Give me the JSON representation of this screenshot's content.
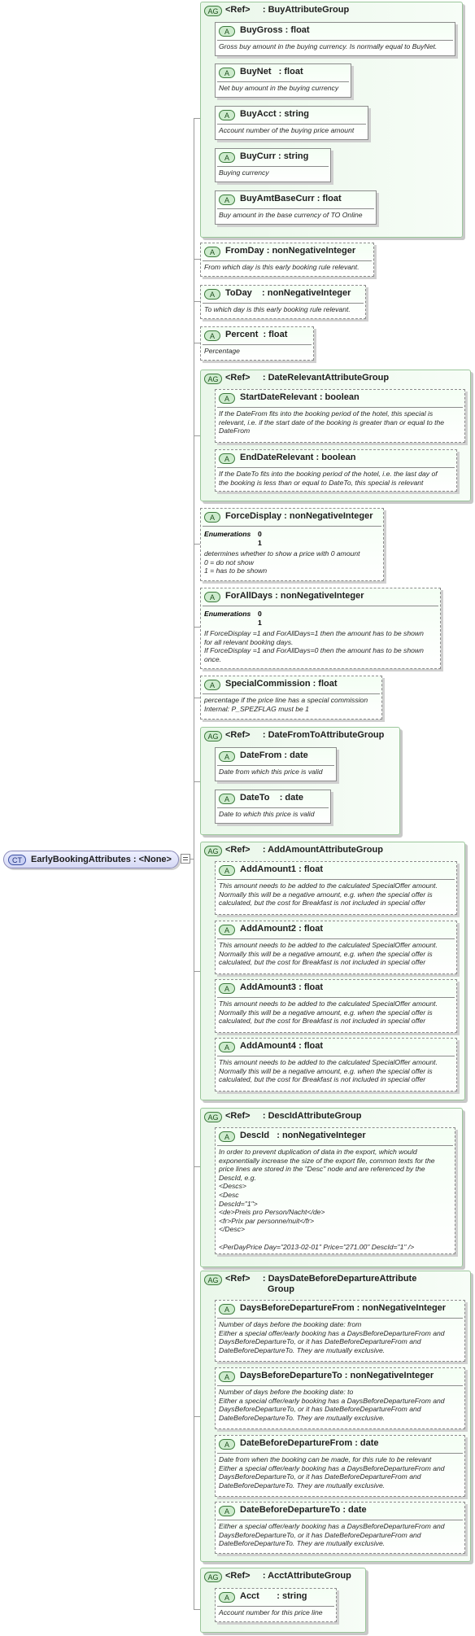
{
  "complex_type": {
    "badge": "CT",
    "name": "EarlyBookingAttributes : <None>"
  },
  "buy_group": {
    "badge": "AG",
    "title": "<Ref>     : BuyAttributeGroup",
    "items": [
      {
        "name": "BuyGross : float",
        "desc": "Gross buy amount in the buying currency. Is normally equal to BuyNet."
      },
      {
        "name": "BuyNet   : float",
        "desc": "Net buy amount in the buying currency"
      },
      {
        "name": "BuyAcct : string",
        "desc": "Account number of the buying price amount"
      },
      {
        "name": "BuyCurr : string",
        "desc": "Buying currency"
      },
      {
        "name": "BuyAmtBaseCurr : float",
        "desc": "Buy amount in the base currency of TO Online"
      }
    ]
  },
  "from_day": {
    "name": "FromDay : nonNegativeInteger",
    "desc": "From which day is this early booking rule relevant."
  },
  "to_day": {
    "name": "ToDay    : nonNegativeInteger",
    "desc": "To which day is this early booking rule relevant."
  },
  "percent": {
    "name": "Percent  : float",
    "desc": "Percentage"
  },
  "date_relevant_group": {
    "badge": "AG",
    "title": "<Ref>     : DateRelevantAttributeGroup",
    "items": [
      {
        "name": "StartDateRelevant : boolean",
        "desc": "If the DateFrom fits into the booking period of the hotel, this special is\nrelevant, i.e. if the start date of the booking is greater than or equal to the\nDateFrom"
      },
      {
        "name": "EndDateRelevant : boolean",
        "desc": "If the DateTo fits into the booking period of the hotel, i.e. the last day of\nthe booking is less than or equal to DateTo, this special is relevant"
      }
    ]
  },
  "force_display": {
    "name": "ForceDisplay : nonNegativeInteger",
    "enum_label": "Enumerations",
    "enum_values": "0\n1",
    "desc": "determines whether to show a price with 0 amount\n0 = do not show\n1 = has to be shown"
  },
  "for_all_days": {
    "name": "ForAllDays : nonNegativeInteger",
    "enum_label": "Enumerations",
    "enum_values": "0\n1",
    "desc": "If ForceDisplay =1 and ForAllDays=1 then the amount has to be shown\nfor all relevant booking days.\nIf ForceDisplay =1 and ForAllDays=0 then the amount has to be shown\nonce."
  },
  "special_commission": {
    "name": "SpecialCommission : float",
    "desc": "percentage if the price line has a special commission\nInternal: P_SPEZFLAG must be 1"
  },
  "date_from_to_group": {
    "badge": "AG",
    "title": "<Ref>     : DateFromToAttributeGroup",
    "items": [
      {
        "name": "DateFrom : date",
        "desc": "Date from which this price is valid"
      },
      {
        "name": "DateTo    : date",
        "desc": "Date to which this price is valid"
      }
    ]
  },
  "add_amount_group": {
    "badge": "AG",
    "title": "<Ref>     : AddAmountAttributeGroup",
    "items": [
      {
        "name": "AddAmount1 : float",
        "desc": "This amount needs to be added to the calculated SpecialOffer amount.\nNormally this will be a negative amount, e.g. when the special offer is\ncalculated, but the cost for Breakfast is not included in special offer"
      },
      {
        "name": "AddAmount2 : float",
        "desc": "This amount needs to be added to the calculated SpecialOffer amount.\nNormally this will be a negative amount, e.g. when the special offer is\ncalculated, but the cost for Breakfast is not included in special offer"
      },
      {
        "name": "AddAmount3 : float",
        "desc": "This amount needs to be added to the calculated SpecialOffer amount.\nNormally this will be a negative amount, e.g. when the special offer is\ncalculated, but the cost for Breakfast is not included in special offer"
      },
      {
        "name": "AddAmount4 : float",
        "desc": "This amount needs to be added to the calculated SpecialOffer amount.\nNormally this will be a negative amount, e.g. when the special offer is\ncalculated, but the cost for Breakfast is not included in special offer"
      }
    ]
  },
  "desc_id_group": {
    "badge": "AG",
    "title": "<Ref>     : DescIdAttributeGroup",
    "items": [
      {
        "name": "DescId   : nonNegativeInteger",
        "desc": "In order to prevent duplication of data in the export, which would\nexponentially increase the size of the export file, common texts for the\nprice lines are stored in the \"Desc\" node and are referenced by the\nDescId, e.g.\n<Descs>\n<Desc\nDescId=\"1\">\n<de>Preis pro Person/Nacht</de>\n<fr>Prix par personne/nuit</fr>\n</Desc>\n\n<PerDayPrice Day=\"2013-02-01\" Price=\"271.00\" DescId=\"1\" />"
      }
    ]
  },
  "days_before_group": {
    "badge": "AG",
    "title": "<Ref>     : DaysDateBeforeDepartureAttribute\n                 Group",
    "items": [
      {
        "name": "DaysBeforeDepartureFrom : nonNegativeInteger",
        "desc": "Number of days before the booking date: from\nEither a special offer/early booking has a DaysBeforeDepartureFrom and\nDaysBeforeDepartureTo, or it has DateBeforeDepartureFrom and\nDateBeforeDepartureTo. They are mutually exclusive."
      },
      {
        "name": "DaysBeforeDepartureTo : nonNegativeInteger",
        "desc": "Number of days before the booking date: to\nEither a special offer/early booking has a DaysBeforeDepartureFrom and\nDaysBeforeDepartureTo, or it has DateBeforeDepartureFrom and\nDateBeforeDepartureTo. They are mutually exclusive."
      },
      {
        "name": "DateBeforeDepartureFrom : date",
        "desc": "Date from when the booking can be made, for this rule to be relevant\nEither a special offer/early booking has a DaysBeforeDepartureFrom and\nDaysBeforeDepartureTo, or it has DateBeforeDepartureFrom and\nDateBeforeDepartureTo. They are mutually exclusive."
      },
      {
        "name": "DateBeforeDepartureTo : date",
        "desc": "Either a special offer/early booking has a DaysBeforeDepartureFrom and\nDaysBeforeDepartureTo, or it has DateBeforeDepartureFrom and\nDateBeforeDepartureTo. They are mutually exclusive."
      }
    ]
  },
  "acct_group": {
    "badge": "AG",
    "title": "<Ref>     : AcctAttributeGroup",
    "items": [
      {
        "name": "Acct       : string",
        "desc": "Account number for this price line"
      }
    ]
  },
  "badge_attr": "A",
  "colors": {
    "group_bg": "#eaf7ea",
    "group_border": "#9bc79b",
    "attr_border": "#8c8c8c",
    "ct_bg": "#d6d9f5"
  }
}
